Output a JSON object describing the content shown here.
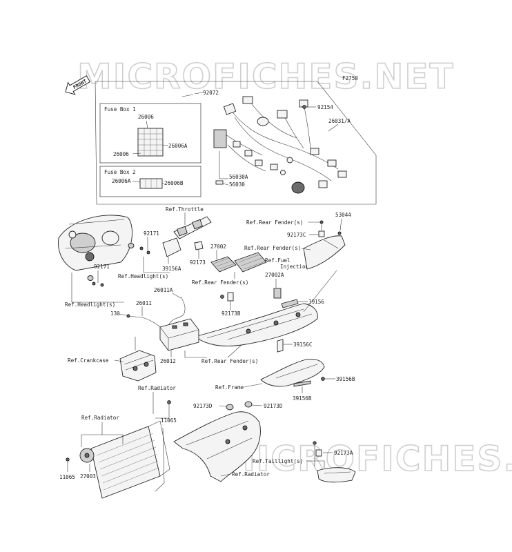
{
  "watermark": {
    "text": "MICROFICHES.NET"
  },
  "figure_code": "F2750",
  "front_badge": "FRONT",
  "fuse_box_1": {
    "title": "Fuse Box 1",
    "parts": [
      "26006",
      "26006A",
      "26006"
    ]
  },
  "fuse_box_2": {
    "title": "Fuse Box 2",
    "parts": [
      "26006A",
      "26006B"
    ]
  },
  "labels": {
    "p92072": "92072",
    "p92154": "92154",
    "p26031A": "26031/A",
    "p56030A": "56030A",
    "p56030": "56030",
    "ref_throttle": "Ref.Throttle",
    "p92171a": "92171",
    "p39156A": "39156A",
    "p92173": "92173",
    "p27002": "27002",
    "ref_fuel": "Ref.Fuel",
    "injection": "Injection",
    "ref_rear_fender_1": "Ref.Rear Fender(s)",
    "ref_rear_fender_2": "Ref.Rear Fender(s)",
    "ref_rear_fender_3": "Ref.Rear Fender(s)",
    "ref_rear_fender_4": "Ref.Rear Fender(s)",
    "p53044": "53044",
    "p92173C": "92173C",
    "p92171b": "92171",
    "ref_headlight_1": "Ref.Headlight(s)",
    "ref_headlight_2": "Ref.Headlight(s)",
    "p26011A": "26011A",
    "p26011": "26011",
    "p130": "130",
    "p27002A": "27002A",
    "p92173B": "92173B",
    "p39156": "39156",
    "p39156C": "39156C",
    "ref_crankcase": "Ref.Crankcase",
    "p26012": "26012",
    "ref_frame": "Ref.Frame",
    "p39156B_1": "39156B",
    "p39156B_2": "39156B",
    "ref_radiator_1": "Ref.Radiator",
    "ref_radiator_2": "Ref.Radiator",
    "ref_radiator_3": "Ref.Radiator",
    "p11065a": "11065",
    "p11065b": "11065",
    "p27003": "27003",
    "p92173D_1": "92173D",
    "p92173D_2": "92173D",
    "ref_taillight": "Ref.Taillight(s)",
    "p92173A": "92173A"
  }
}
